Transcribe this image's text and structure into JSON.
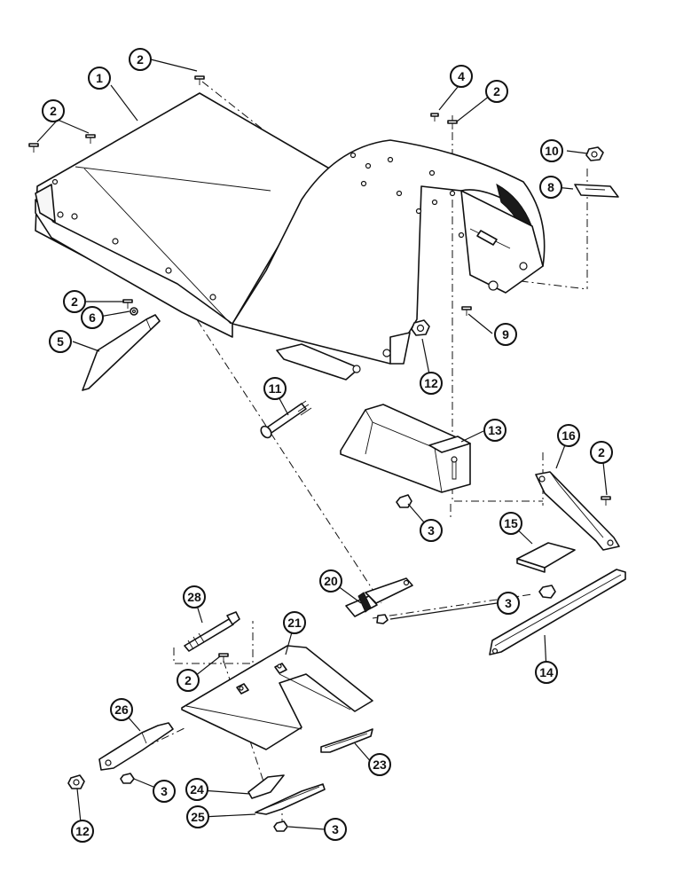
{
  "callouts": [
    {
      "id": "c1",
      "label": "1"
    },
    {
      "id": "c2a",
      "label": "2"
    },
    {
      "id": "c2b",
      "label": "2"
    },
    {
      "id": "c2c",
      "label": "2"
    },
    {
      "id": "c2d",
      "label": "2"
    },
    {
      "id": "c2e",
      "label": "2"
    },
    {
      "id": "c2f",
      "label": "2"
    },
    {
      "id": "c3a",
      "label": "3"
    },
    {
      "id": "c3b",
      "label": "3"
    },
    {
      "id": "c3c",
      "label": "3"
    },
    {
      "id": "c3d",
      "label": "3"
    },
    {
      "id": "c4",
      "label": "4"
    },
    {
      "id": "c5",
      "label": "5"
    },
    {
      "id": "c6",
      "label": "6"
    },
    {
      "id": "c8",
      "label": "8"
    },
    {
      "id": "c9",
      "label": "9"
    },
    {
      "id": "c10",
      "label": "10"
    },
    {
      "id": "c11",
      "label": "11"
    },
    {
      "id": "c12a",
      "label": "12"
    },
    {
      "id": "c12b",
      "label": "12"
    },
    {
      "id": "c13",
      "label": "13"
    },
    {
      "id": "c14",
      "label": "14"
    },
    {
      "id": "c15",
      "label": "15"
    },
    {
      "id": "c16",
      "label": "16"
    },
    {
      "id": "c20",
      "label": "20"
    },
    {
      "id": "c21",
      "label": "21"
    },
    {
      "id": "c23",
      "label": "23"
    },
    {
      "id": "c24",
      "label": "24"
    },
    {
      "id": "c25",
      "label": "25"
    },
    {
      "id": "c26",
      "label": "26"
    },
    {
      "id": "c28",
      "label": "28"
    }
  ]
}
